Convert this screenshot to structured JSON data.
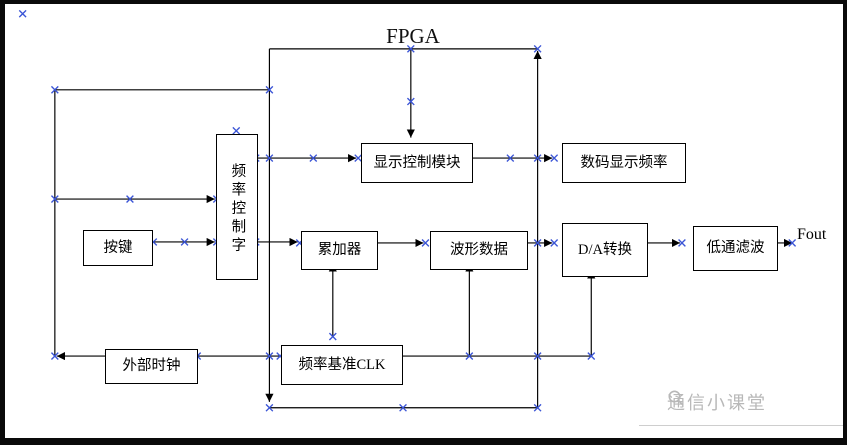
{
  "canvas": {
    "title": "FPGA",
    "output_label": "Fout"
  },
  "blocks": {
    "keys": "按键",
    "freq_ctrl_word": "频率控制字",
    "display_ctrl": "显示控制模块",
    "digital_freq_display": "数码显示频率",
    "accumulator": "累加器",
    "waveform_data": "波形数据",
    "da_converter": "D/A转换",
    "lowpass_filter": "低通滤波",
    "external_clock": "外部时钟",
    "freq_ref_clk": "频率基准CLK"
  },
  "watermark": {
    "text": "通信小课堂",
    "icon": "magnifier-icon"
  },
  "colors": {
    "line": "#000000",
    "handle": "#3b55d6",
    "box_border": "#000000",
    "watermark": "#b8b8b8"
  }
}
